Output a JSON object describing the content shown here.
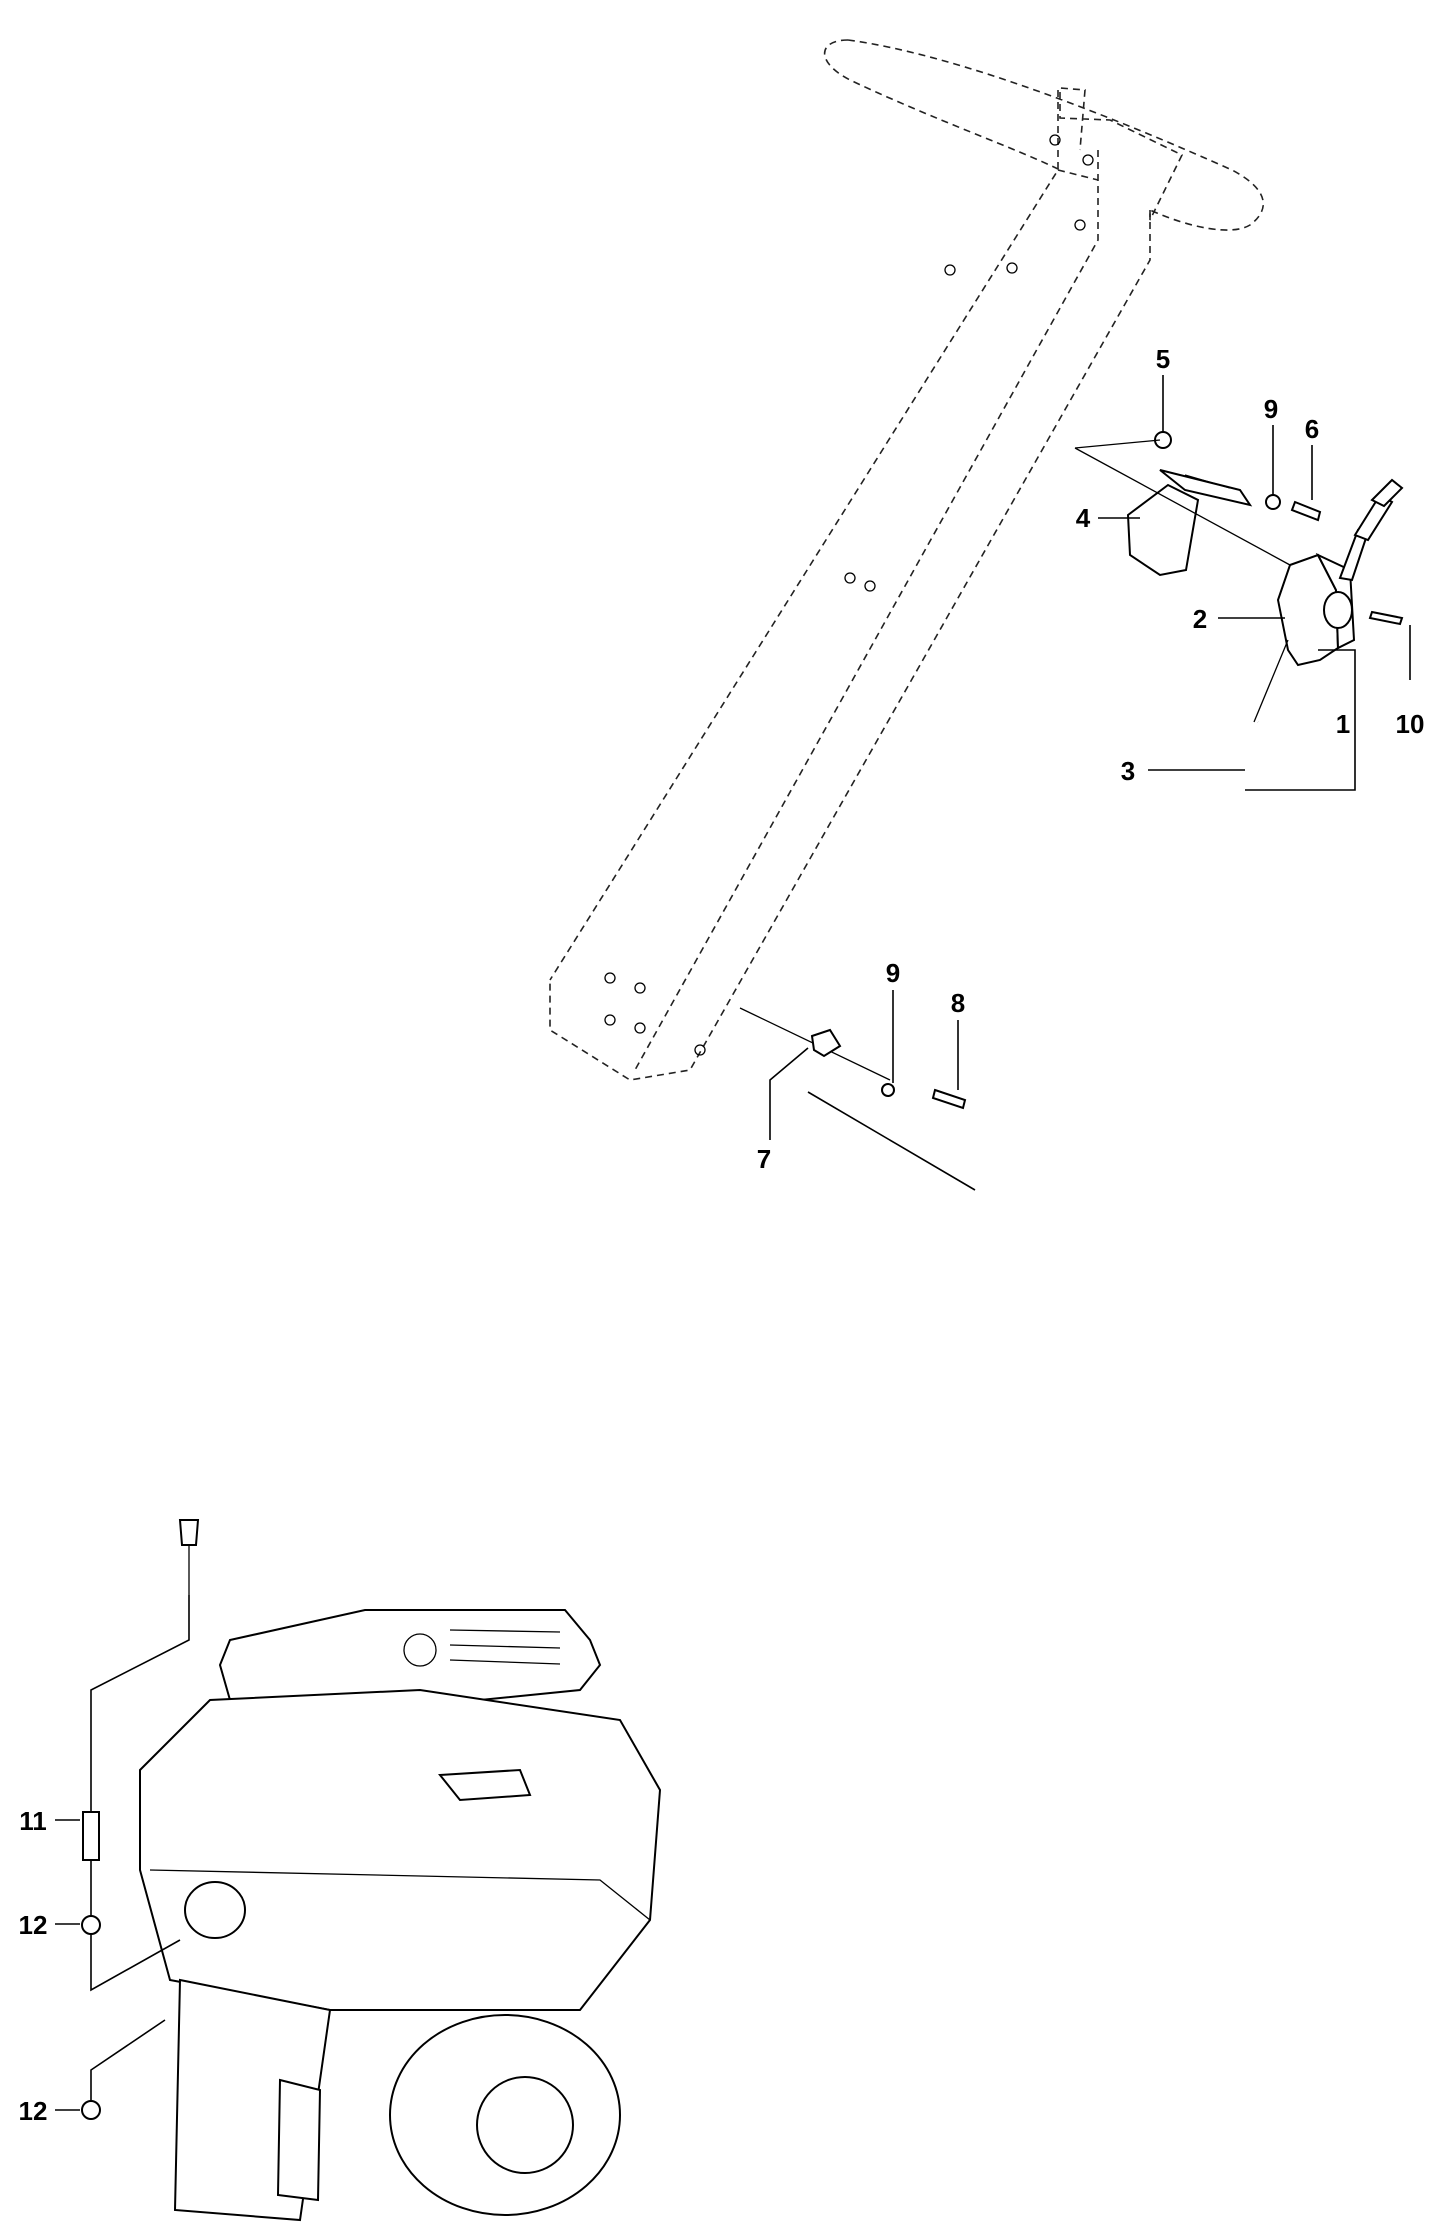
{
  "diagram": {
    "callouts": {
      "c1": "1",
      "c2": "2",
      "c3": "3",
      "c4": "4",
      "c5": "5",
      "c6": "6",
      "c7": "7",
      "c8": "8",
      "c9a": "9",
      "c9b": "9",
      "c10": "10",
      "c11": "11",
      "c12a": "12",
      "c12b": "12"
    },
    "parts": [
      {
        "id": "handle-frame",
        "style": "dashed-phantom"
      },
      {
        "id": "throttle-lever",
        "callout": "2"
      },
      {
        "id": "throttle-cable",
        "callout": "3"
      },
      {
        "id": "bracket",
        "callout": "4"
      },
      {
        "id": "nut",
        "callout": "5"
      },
      {
        "id": "screw",
        "callout": "6"
      },
      {
        "id": "cable-clamp",
        "callout": "7"
      },
      {
        "id": "screw",
        "callout": "8"
      },
      {
        "id": "washer",
        "callout": "9"
      },
      {
        "id": "screw",
        "callout": "10"
      },
      {
        "id": "cable-sleeve",
        "callout": "11"
      },
      {
        "id": "nut",
        "callout": "12"
      },
      {
        "id": "engine"
      }
    ]
  }
}
